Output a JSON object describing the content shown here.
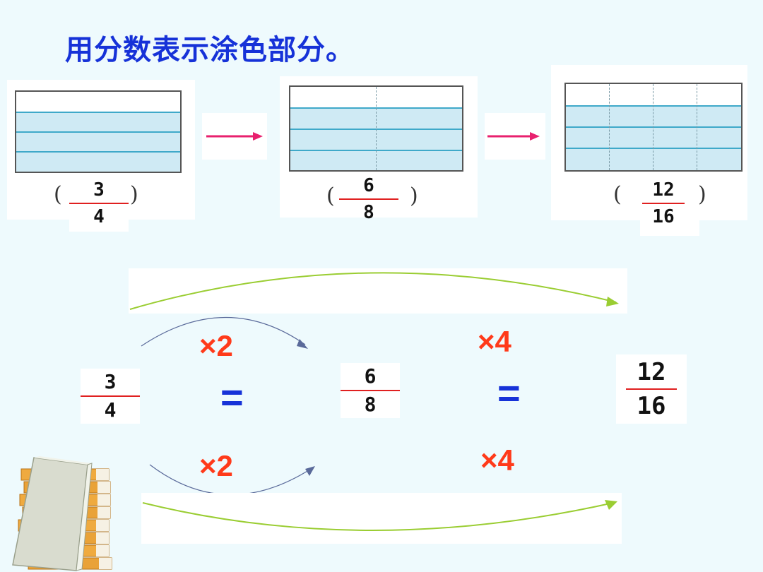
{
  "title": "用分数表示涂色部分。",
  "panels": [
    {
      "numerator": "3",
      "denominator": "4",
      "open": "(",
      "close": ")"
    },
    {
      "numerator": "6",
      "denominator": "8",
      "open": "(",
      "close": ")"
    },
    {
      "numerator": "12",
      "denominator": "16",
      "open": "(",
      "close": ")"
    }
  ],
  "equation": {
    "frac1": {
      "numerator": "3",
      "denominator": "4"
    },
    "frac2": {
      "numerator": "6",
      "denominator": "8"
    },
    "frac3": {
      "numerator": "12",
      "denominator": "16"
    },
    "equals": "=",
    "mult_top_1": "×2",
    "mult_bottom_1": "×2",
    "mult_top_2": "×4",
    "mult_bottom_2": "×4"
  },
  "colors": {
    "title": "#1632d8",
    "multiplier": "#ff3a1a",
    "equals": "#1632d8",
    "arrow_pink": "#e8206e",
    "arrow_green": "#9acd32"
  }
}
